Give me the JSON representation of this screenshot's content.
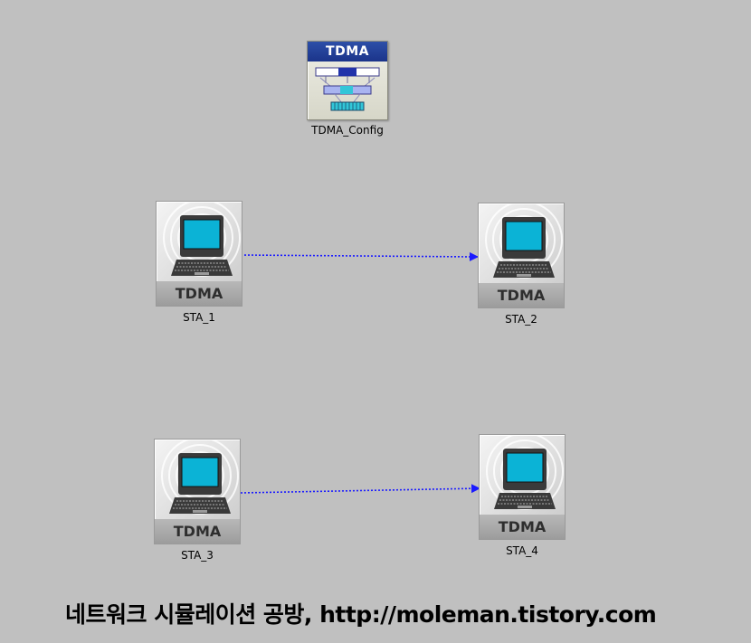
{
  "canvas": {
    "background": "#c0c0c0",
    "link_color": "#1a1aff"
  },
  "config_node": {
    "badge": "TDMA",
    "label": "TDMA_Config",
    "icon": "tdma-config-icon"
  },
  "stations": [
    {
      "id": "sta1",
      "badge": "TDMA",
      "label": "STA_1",
      "icon": "laptop-wireless-icon"
    },
    {
      "id": "sta2",
      "badge": "TDMA",
      "label": "STA_2",
      "icon": "laptop-wireless-icon"
    },
    {
      "id": "sta3",
      "badge": "TDMA",
      "label": "STA_3",
      "icon": "laptop-wireless-icon"
    },
    {
      "id": "sta4",
      "badge": "TDMA",
      "label": "STA_4",
      "icon": "laptop-wireless-icon"
    }
  ],
  "links": [
    {
      "from": "STA_1",
      "to": "STA_2",
      "style": "dotted-arrow"
    },
    {
      "from": "STA_3",
      "to": "STA_4",
      "style": "dotted-arrow"
    }
  ],
  "footer": {
    "text": "네트워크 시뮬레이션 공방, http://moleman.tistory.com"
  }
}
